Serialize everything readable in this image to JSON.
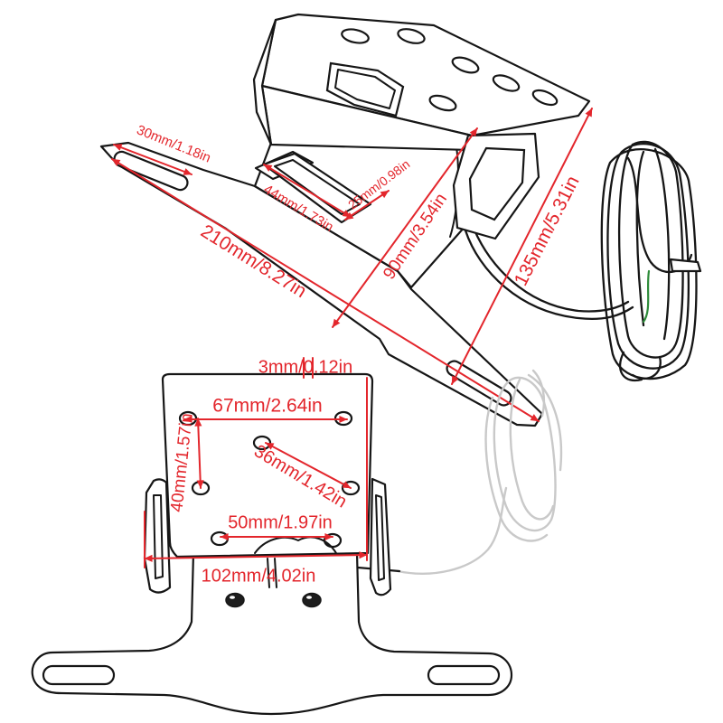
{
  "upper_view": {
    "dimensions": [
      "30mm/1.18in",
      "44mm/1.73in",
      "25mm/0.98in",
      "210mm/8.27in",
      "90mm/3.54in",
      "135mm/5.31in"
    ]
  },
  "lower_view": {
    "dimensions": [
      "3mm/0.12in",
      "67mm/2.64in",
      "40mm/1.57in",
      "36mm/1.42in",
      "50mm/1.97in",
      "102mm/4.02in"
    ]
  },
  "colors": {
    "dimension": "#e3262c",
    "outline": "#161616",
    "cable_light": "#c9c9c9",
    "cable_accent": "#2e8b3a"
  }
}
